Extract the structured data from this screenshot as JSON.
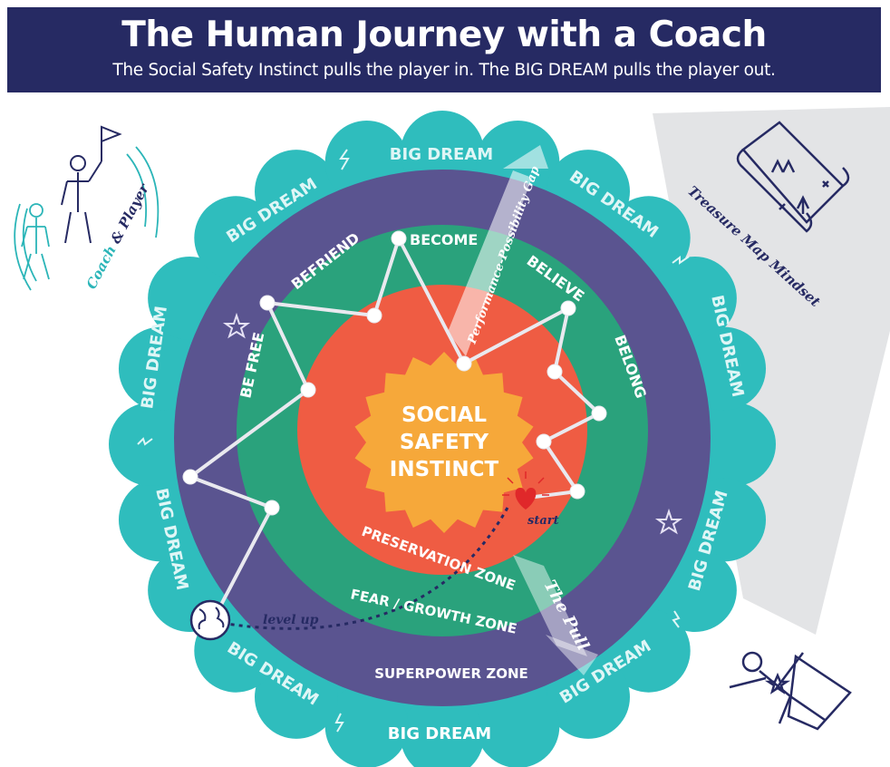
{
  "header": {
    "title": "The Human Journey with a Coach",
    "subtitle": "The Social Safety Instinct pulls the player in. The BIG DREAM pulls the player out."
  },
  "rings": {
    "outer_label": "BIG DREAM",
    "superpower_zone": "SUPERPOWER ZONE",
    "fear_growth_zone": "FEAR / GROWTH ZONE",
    "preservation_zone": "PRESERVATION ZONE"
  },
  "core": {
    "line1": "SOCIAL",
    "line2": "SAFETY",
    "line3": "INSTINCT"
  },
  "milestones": {
    "become": "BECOME",
    "befriend": "BEFRIEND",
    "believe": "BELIEVE",
    "belong": "BELONG",
    "be_free": "BE FREE"
  },
  "annotations": {
    "gap": "Performance-Possibility Gap",
    "pull": "The Pull",
    "start": "start",
    "level_up": "level up",
    "coach_word": "Coach",
    "amp": "&",
    "player_word": "Player",
    "treasure_map": "Treasure Map Mindset"
  },
  "colors": {
    "header_bg": "#262a63",
    "outer_teal": "#2fbdbd",
    "purple": "#5a5490",
    "green": "#2aa27c",
    "red": "#ef5c43",
    "core_orange": "#f6a83a",
    "navy_icon": "#262a63",
    "teal_icon": "#2bb5b8",
    "heart": "#e0282a"
  }
}
